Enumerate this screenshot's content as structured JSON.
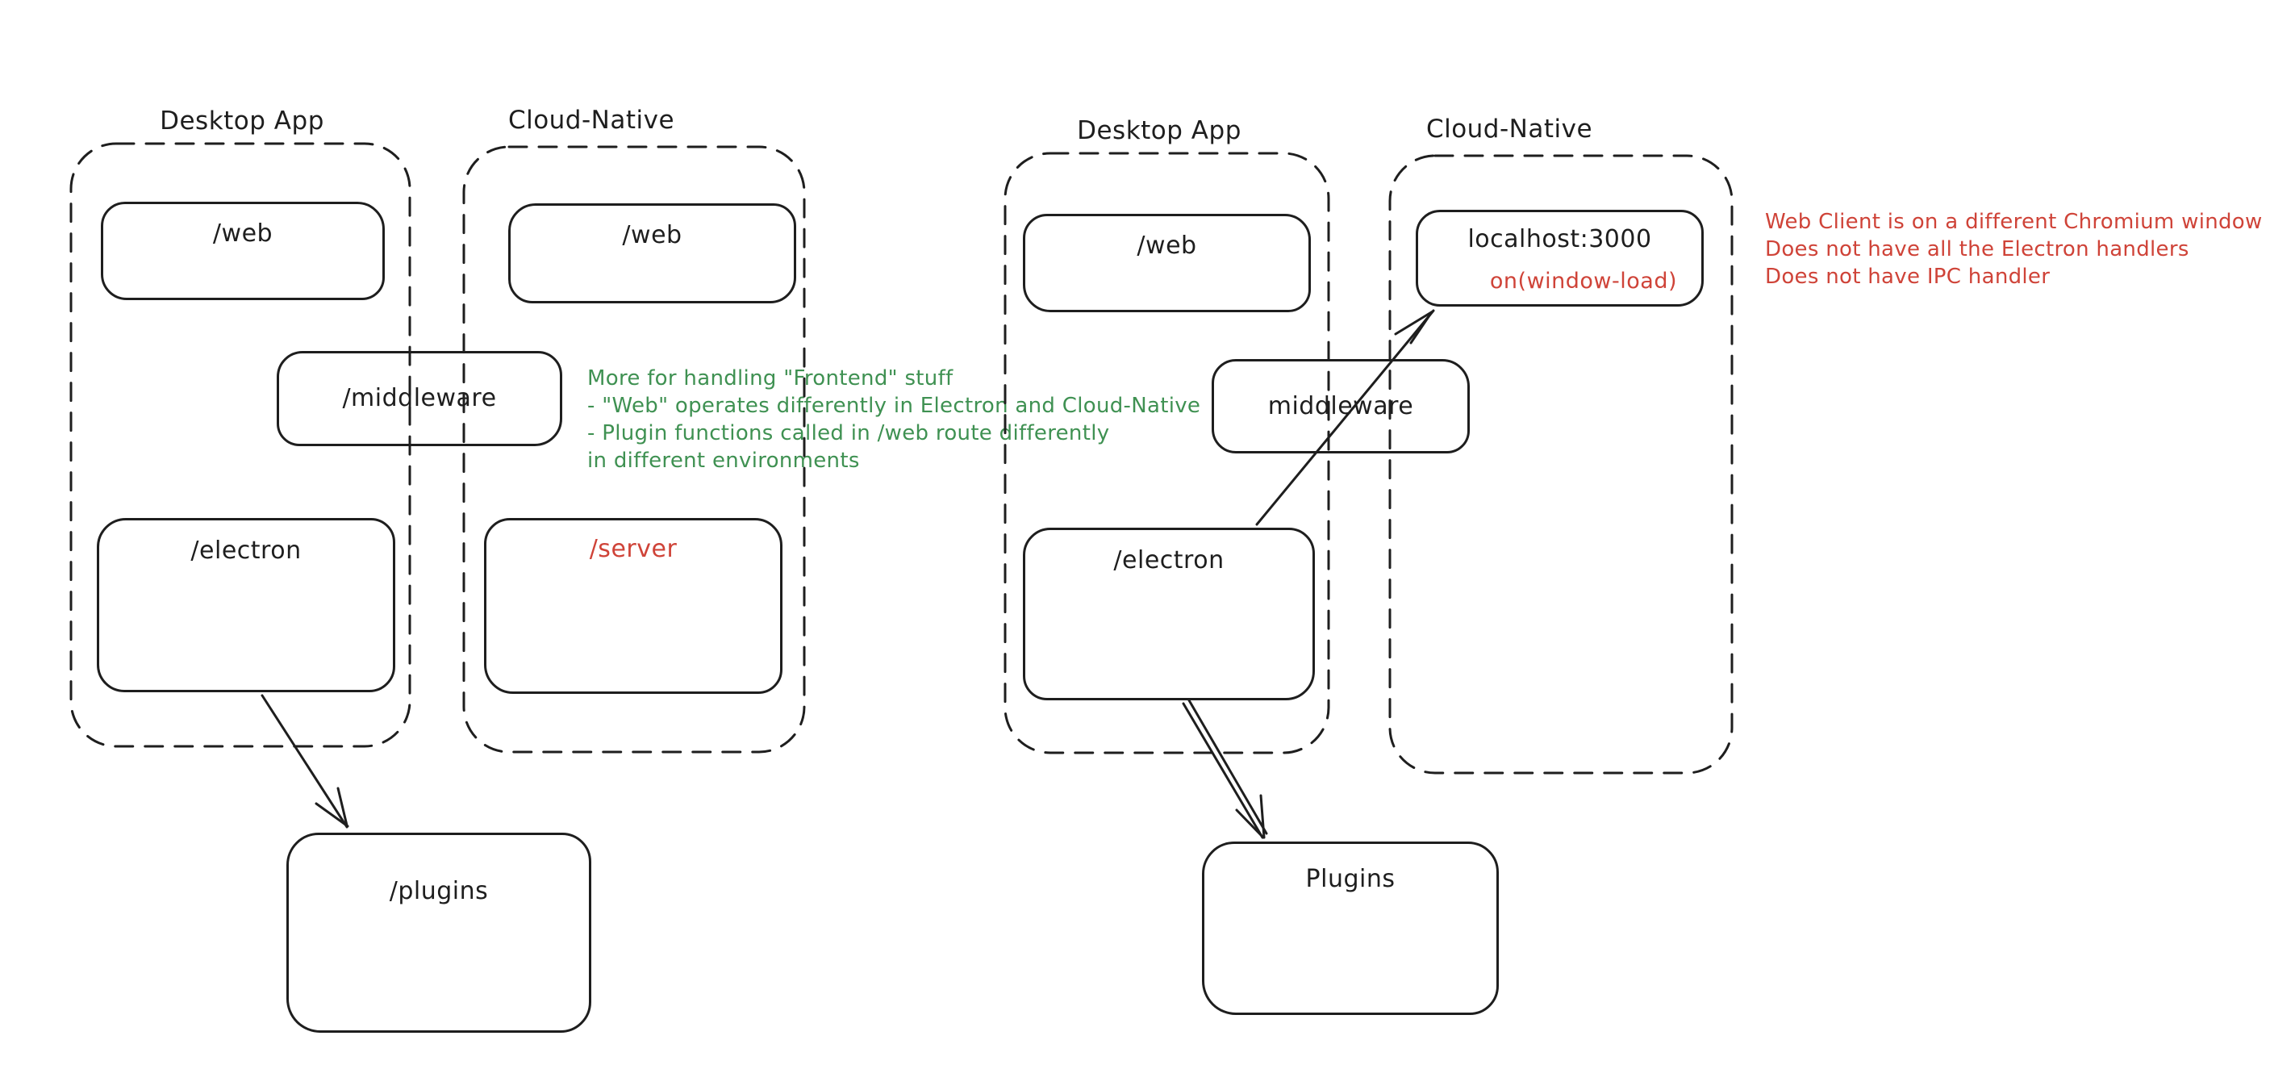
{
  "colors": {
    "background": "#ffffff",
    "ink": "#1e1e1e",
    "red": "#cf4338",
    "green": "#3f9152"
  },
  "diagram": {
    "left": {
      "desktop_title": "Desktop App",
      "cloud_title": "Cloud-Native",
      "web_desktop": "/web",
      "web_cloud": "/web",
      "middleware": "/middleware",
      "electron": "/electron",
      "server": "/server",
      "plugins": "/plugins"
    },
    "right": {
      "desktop_title": "Desktop App",
      "cloud_title": "Cloud-Native",
      "web": "/web",
      "localhost": "localhost:3000",
      "window_load": "on(window-load)",
      "middleware": "middleware",
      "electron": "/electron",
      "plugins": "Plugins"
    }
  },
  "notes": {
    "frontend_note": {
      "color": "#3f9152",
      "lines": [
        "More for handling \"Frontend\" stuff",
        "- \"Web\" operates differently in Electron and Cloud-Native",
        "- Plugin functions called in /web route differently",
        "in different environments"
      ]
    },
    "web_client_note": {
      "color": "#cf4338",
      "lines": [
        "Web Client is on a different Chromium window",
        "Does not have all the Electron handlers",
        "Does not have IPC handler"
      ]
    }
  }
}
